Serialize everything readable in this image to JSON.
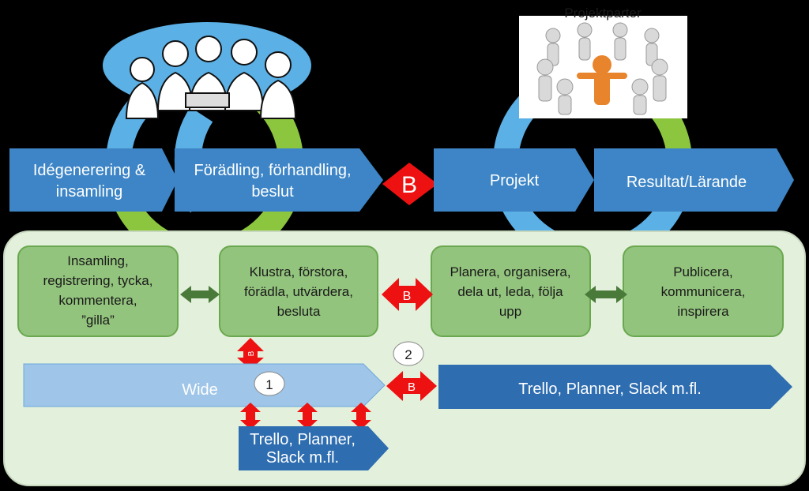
{
  "top_row": {
    "step1": [
      "Idégenerering &",
      "insamling"
    ],
    "step2": [
      "Förädling, förhandling,",
      "beslut"
    ],
    "decision": "B",
    "step3": "Projekt",
    "step4": "Resultat/Lärande",
    "photo_caption": "Projektparter"
  },
  "boxes": {
    "box1": [
      "Insamling,",
      "registrering, tycka,",
      "kommentera,",
      "”gilla”"
    ],
    "box2": [
      "Klustra, förstora,",
      "förädla, utvärdera,",
      "besluta"
    ],
    "box3": [
      "Planera, organisera,",
      "dela ut, leda, följa",
      "upp"
    ],
    "box4": [
      "Publicera,",
      "kommunicera,",
      "inspirera"
    ]
  },
  "connectors": {
    "b_between_2_3": "B",
    "b_vertical": "B",
    "b_tools": "B"
  },
  "tools": {
    "wide": "Wide",
    "marker1": "1",
    "marker2": "2",
    "tools_right": "Trello, Planner, Slack m.fl.",
    "tools_small": [
      "Trello, Planner,",
      "Slack m.fl."
    ]
  },
  "colors": {
    "background": "#000000",
    "chevron_blue": "#3d85c6",
    "cycle_blue": "#5bb0e6",
    "cycle_green": "#8cc63f",
    "panel": "#e3f0dc",
    "box_green": "#93c47d",
    "double_arrow_green": "#4a7a3a",
    "decision_red": "#ee1111",
    "wide_light_blue": "#9fc5e8",
    "tools_dark_blue": "#2e6db0"
  }
}
